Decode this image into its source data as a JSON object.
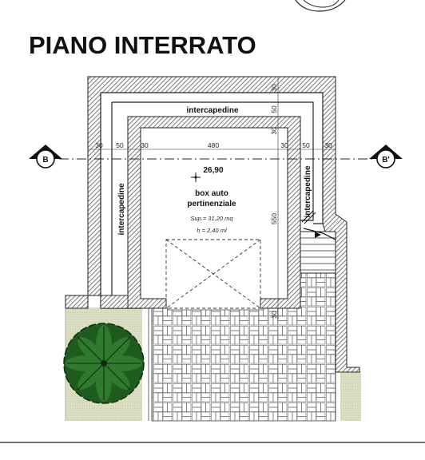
{
  "title": "PIANO INTERRATO",
  "room": {
    "elevation": "26,90",
    "name_line1": "box auto",
    "name_line2": "pertinenziale",
    "surface": "Sup.= 31,20 mq",
    "height": "h = 2,40 ml"
  },
  "labels": {
    "intercapedine_top": "intercapedine",
    "intercapedine_left": "intercapedine",
    "intercapedine_right": "intercapedine"
  },
  "dimensions": {
    "horizontal": [
      "30",
      "50",
      "30",
      "480",
      "30",
      "50",
      "30"
    ],
    "vertical": [
      "30",
      "50",
      "30",
      "550",
      "30"
    ]
  },
  "sections": {
    "left": "B",
    "right": "B'"
  },
  "colors": {
    "wall_hatch": "#555555",
    "lawn": "#d9dcc0",
    "tree_dark": "#1f5b1f",
    "tree_light": "#2f7a2f"
  }
}
